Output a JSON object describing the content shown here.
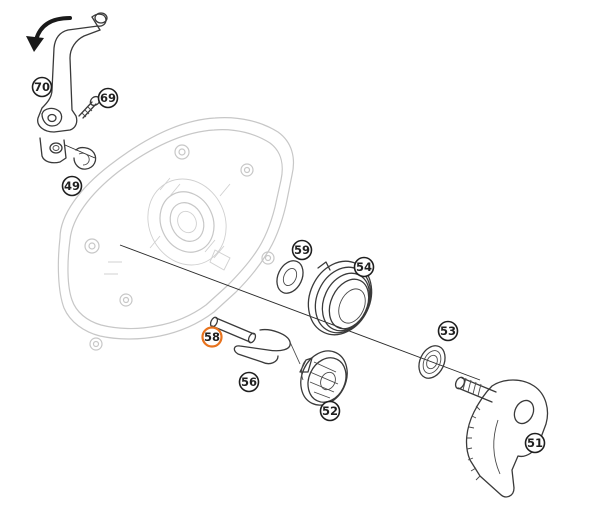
{
  "callouts": [
    {
      "id": "c70",
      "text": "70"
    },
    {
      "id": "c69",
      "text": "69"
    },
    {
      "id": "c49",
      "text": "49"
    },
    {
      "id": "c59",
      "text": "59"
    },
    {
      "id": "c54",
      "text": "54"
    },
    {
      "id": "c58",
      "text": "58"
    },
    {
      "id": "c53",
      "text": "53"
    },
    {
      "id": "c56",
      "text": "56"
    },
    {
      "id": "c52",
      "text": "52"
    },
    {
      "id": "c51",
      "text": "51"
    }
  ],
  "highlight": {
    "callout": "58",
    "color": "#e8731e"
  },
  "colors": {
    "parts": "#3a3a3a",
    "housing": "#c7c7c7",
    "background": "#ffffff"
  },
  "icons": {
    "rotation_arrow": "curved-arrow-counterclockwise-icon"
  }
}
